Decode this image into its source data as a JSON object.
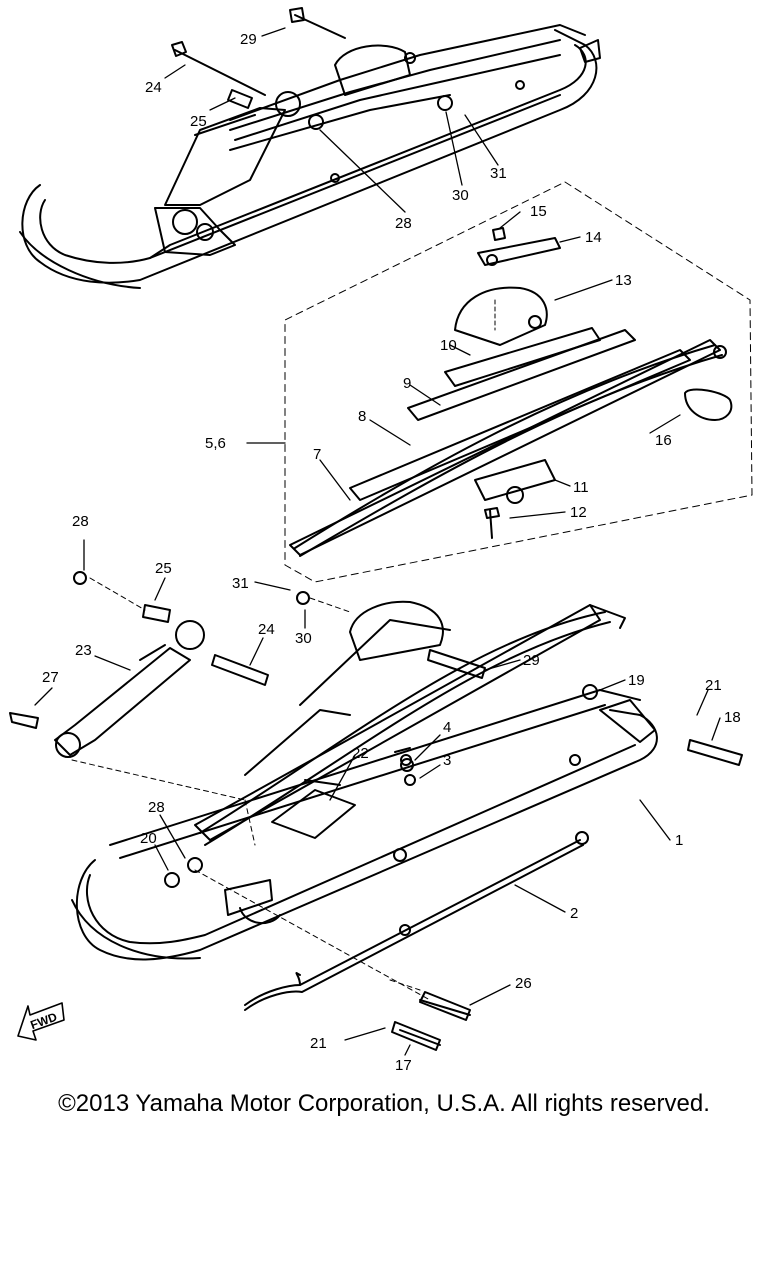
{
  "callouts": [
    "29",
    "24",
    "25",
    "28",
    "30",
    "31",
    "15",
    "14",
    "13",
    "10",
    "9",
    "8",
    "16",
    "5,6",
    "7",
    "11",
    "12",
    "28",
    "25",
    "31",
    "24",
    "30",
    "29",
    "27",
    "23",
    "19",
    "21",
    "18",
    "4",
    "3",
    "22",
    "1",
    "28",
    "20",
    "2",
    "26",
    "21",
    "17"
  ],
  "fwd_label": "FWD",
  "copyright": "©2013 Yamaha Motor Corporation, U.S.A. All rights reserved."
}
